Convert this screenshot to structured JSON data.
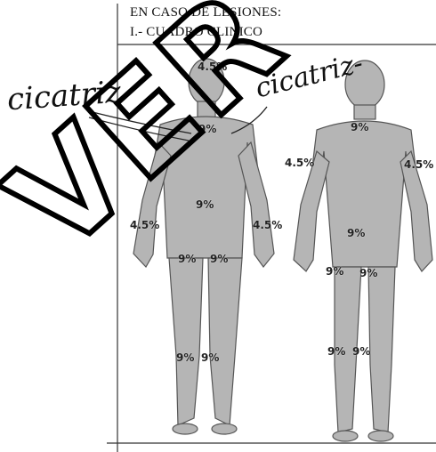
{
  "header": {
    "line1": "EN CASO DE LESIONES:",
    "line2": "I.- CUADRO CLINICO"
  },
  "watermark": {
    "text": "VER"
  },
  "handwriting": {
    "left": "cicatriz",
    "right": "cicatriz-"
  },
  "front_body": {
    "head": "4.5%",
    "chest": "9%",
    "abdomen": "9%",
    "left_arm": "4.5%",
    "right_arm": "4.5%",
    "left_thigh": "9%",
    "right_thigh": "9%",
    "left_leg": "9%",
    "right_leg": "9%"
  },
  "back_body": {
    "upper_back": "9%",
    "lower_back": "9%",
    "left_arm": "4.5%",
    "right_arm": "4.5%",
    "left_thigh": "9%",
    "right_thigh": "9%",
    "left_leg": "9%",
    "right_leg": "9%"
  },
  "colors": {
    "ink": "#111111",
    "figure": "#9a9a9a",
    "watermark": "#000000"
  }
}
